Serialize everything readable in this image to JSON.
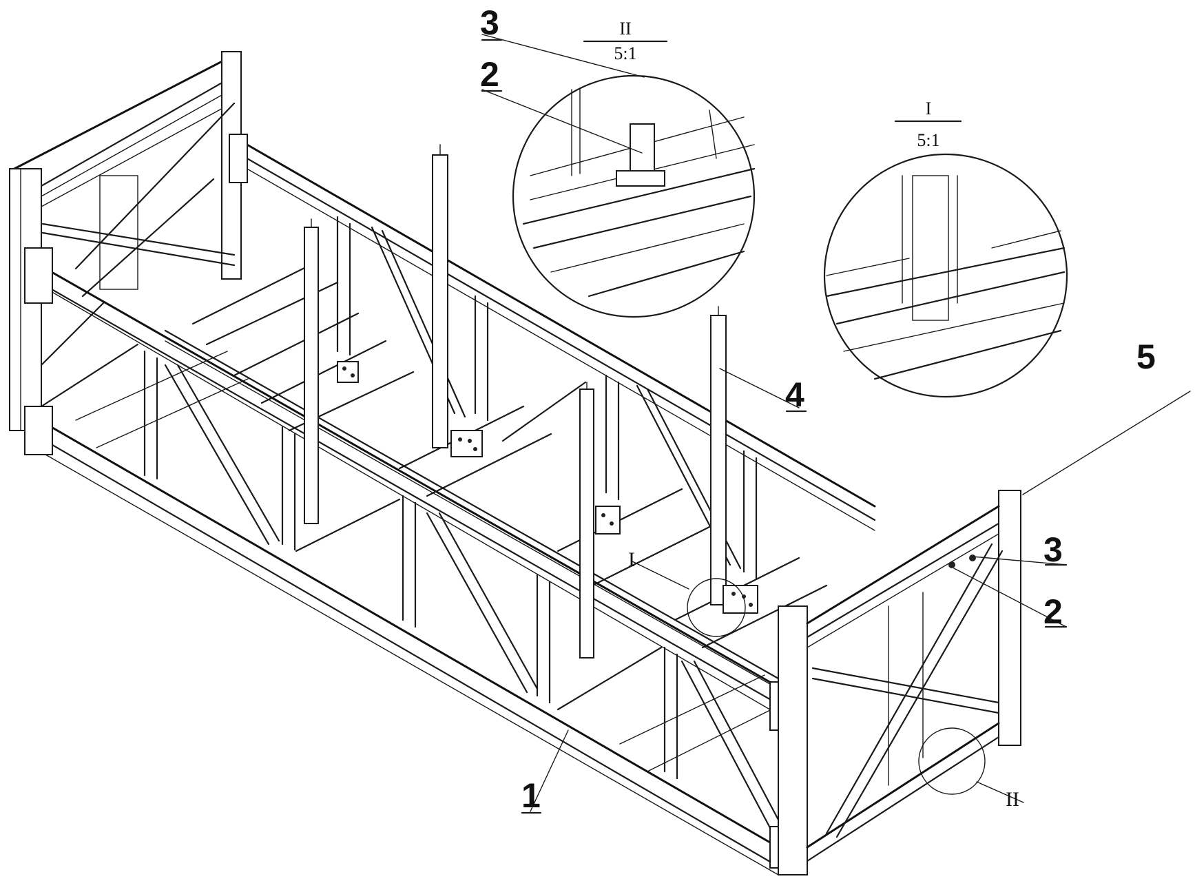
{
  "callouts": {
    "n1": "1",
    "n2_top": "2",
    "n3_top": "3",
    "n4": "4",
    "n5": "5",
    "n3_right": "3",
    "n2_right": "2"
  },
  "detail_marks": {
    "I": "I",
    "II": "II"
  },
  "details": {
    "II": {
      "roman": "II",
      "scale": "5:1"
    },
    "I": {
      "roman": "I",
      "scale": "5:1"
    }
  },
  "colors": {
    "line": "#1a1a1a",
    "background": "#ffffff"
  }
}
